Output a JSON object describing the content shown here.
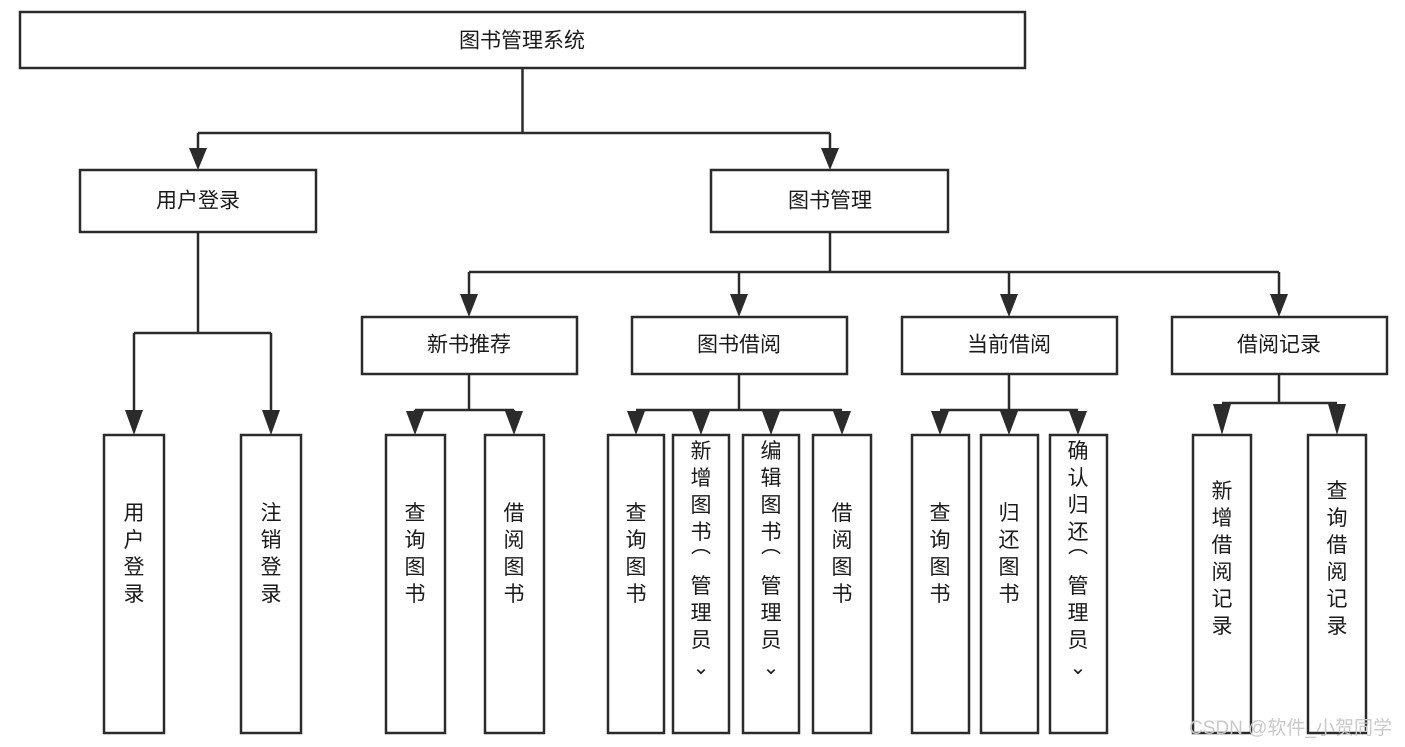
{
  "diagram": {
    "title": "图书管理系统",
    "type": "tree-hierarchy-diagram",
    "orientation": "top-down",
    "colors": {
      "box_stroke": "#2b2b2b",
      "box_fill": "#ffffff",
      "connector": "#2b2b2b",
      "text": "#1a1a1a",
      "background": "#ffffff",
      "watermark": "#c9c9c9"
    },
    "root": {
      "id": "root",
      "label": "图书管理系统",
      "text_orientation": "horizontal"
    },
    "level2": [
      {
        "id": "user-login",
        "label": "用户登录",
        "text_orientation": "horizontal"
      },
      {
        "id": "book-management",
        "label": "图书管理",
        "text_orientation": "horizontal"
      }
    ],
    "level3": [
      {
        "id": "new-book-recommend",
        "label": "新书推荐",
        "parent": "book-management",
        "text_orientation": "horizontal"
      },
      {
        "id": "book-borrow",
        "label": "图书借阅",
        "parent": "book-management",
        "text_orientation": "horizontal"
      },
      {
        "id": "current-borrow",
        "label": "当前借阅",
        "parent": "book-management",
        "text_orientation": "horizontal"
      },
      {
        "id": "borrow-record",
        "label": "借阅记录",
        "parent": "book-management",
        "text_orientation": "horizontal"
      }
    ],
    "leaves": [
      {
        "id": "leaf-user-login",
        "label": "用户登录",
        "parent": "user-login",
        "text_orientation": "vertical"
      },
      {
        "id": "leaf-logout",
        "label": "注销登录",
        "parent": "user-login",
        "text_orientation": "vertical"
      },
      {
        "id": "leaf-query-book-1",
        "label": "查询图书",
        "parent": "new-book-recommend",
        "text_orientation": "vertical"
      },
      {
        "id": "leaf-borrow-book-1",
        "label": "借阅图书",
        "parent": "new-book-recommend",
        "text_orientation": "vertical"
      },
      {
        "id": "leaf-query-book-2",
        "label": "查询图书",
        "parent": "book-borrow",
        "text_orientation": "vertical"
      },
      {
        "id": "leaf-add-book",
        "label": "新增图书（管理员）",
        "parent": "book-borrow",
        "text_orientation": "vertical"
      },
      {
        "id": "leaf-edit-book",
        "label": "编辑图书（管理员）",
        "parent": "book-borrow",
        "text_orientation": "vertical"
      },
      {
        "id": "leaf-borrow-book-2",
        "label": "借阅图书",
        "parent": "book-borrow",
        "text_orientation": "vertical"
      },
      {
        "id": "leaf-query-book-3",
        "label": "查询图书",
        "parent": "current-borrow",
        "text_orientation": "vertical"
      },
      {
        "id": "leaf-return-book",
        "label": "归还图书",
        "parent": "current-borrow",
        "text_orientation": "vertical"
      },
      {
        "id": "leaf-confirm-return",
        "label": "确认归还（管理员）",
        "parent": "current-borrow",
        "text_orientation": "vertical"
      },
      {
        "id": "leaf-add-record",
        "label": "新增借阅记录",
        "parent": "borrow-record",
        "text_orientation": "vertical"
      },
      {
        "id": "leaf-query-record",
        "label": "查询借阅记录",
        "parent": "borrow-record",
        "text_orientation": "vertical"
      }
    ],
    "watermark": "CSDN @软件_小贺同学"
  }
}
